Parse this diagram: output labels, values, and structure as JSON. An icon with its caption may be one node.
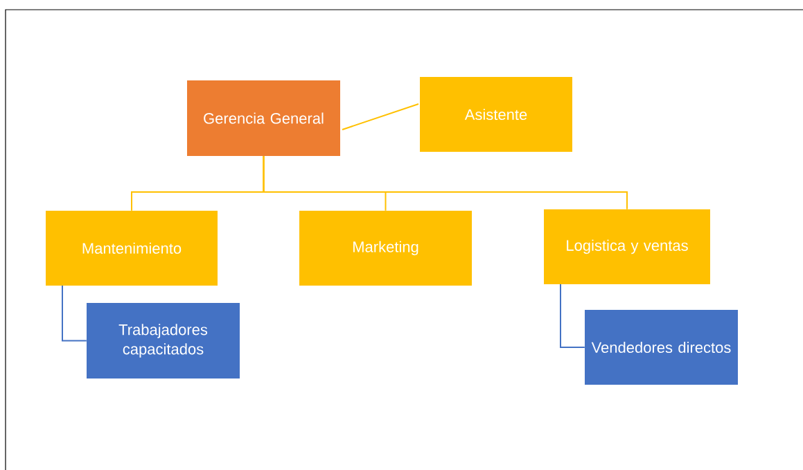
{
  "diagram": {
    "nodes": [
      {
        "text": [
          "Gerencia General"
        ]
      },
      {
        "text": [
          "Asistente"
        ]
      },
      {
        "text": [
          "Mantenimiento"
        ]
      },
      {
        "text": [
          "Marketing"
        ]
      },
      {
        "text": [
          "Logistica y ventas"
        ]
      },
      {
        "text": [
          "Trabajadores capacitados"
        ]
      },
      {
        "text": [
          "Vendedores directos"
        ]
      }
    ],
    "edges": [
      {
        "from": 0,
        "to": 1,
        "arrow": "none"
      },
      {
        "from": 0,
        "to": 2,
        "arrow": "none"
      },
      {
        "from": 0,
        "to": 3,
        "arrow": "none"
      },
      {
        "from": 0,
        "to": 4,
        "arrow": "none"
      },
      {
        "from": 2,
        "to": 5,
        "arrow": "none",
        "color": "#4472c4"
      },
      {
        "from": 4,
        "to": 6,
        "arrow": "none",
        "color": "#4472c4"
      }
    ]
  }
}
